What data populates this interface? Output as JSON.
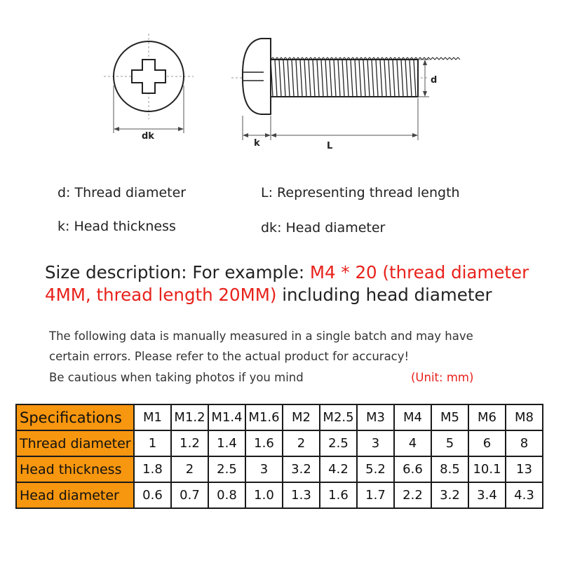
{
  "diagram": {
    "labels": {
      "dk": "dk",
      "k": "k",
      "L": "L",
      "d": "d"
    }
  },
  "legend": {
    "d": "d: Thread diameter",
    "L": "L: Representing thread length",
    "k": "k: Head thickness",
    "dk": "dk: Head diameter"
  },
  "size_description": {
    "prefix": "Size description: For example: ",
    "highlight_line1": "M4 * 20 (thread diameter",
    "highlight_line2": "4MM, thread length 20MM)",
    "suffix": " including head diameter"
  },
  "notes": {
    "line1": "The following data is manually measured in a single batch and may have",
    "line2": "certain errors. Please refer to the actual product for accuracy!",
    "line3": "Be cautious when taking photos if you mind",
    "unit": "(Unit: mm)"
  },
  "table": {
    "rows": [
      {
        "header": "Specifications",
        "cells": [
          "M1",
          "M1.2",
          "M1.4",
          "M1.6",
          "M2",
          "M2.5",
          "M3",
          "M4",
          "M5",
          "M6",
          "M8"
        ]
      },
      {
        "header": "Thread diameter",
        "cells": [
          "1",
          "1.2",
          "1.4",
          "1.6",
          "2",
          "2.5",
          "3",
          "4",
          "5",
          "6",
          "8"
        ]
      },
      {
        "header": "Head thickness",
        "cells": [
          "1.8",
          "2",
          "2.5",
          "3",
          "3.2",
          "4.2",
          "5.2",
          "6.6",
          "8.5",
          "10.1",
          "13"
        ]
      },
      {
        "header": "Head diameter",
        "cells": [
          "0.6",
          "0.7",
          "0.8",
          "1.0",
          "1.3",
          "1.6",
          "1.7",
          "2.2",
          "3.2",
          "3.4",
          "4.3"
        ]
      }
    ]
  },
  "colors": {
    "header_fill": "#f7960f",
    "highlight_text": "#e8211b"
  }
}
